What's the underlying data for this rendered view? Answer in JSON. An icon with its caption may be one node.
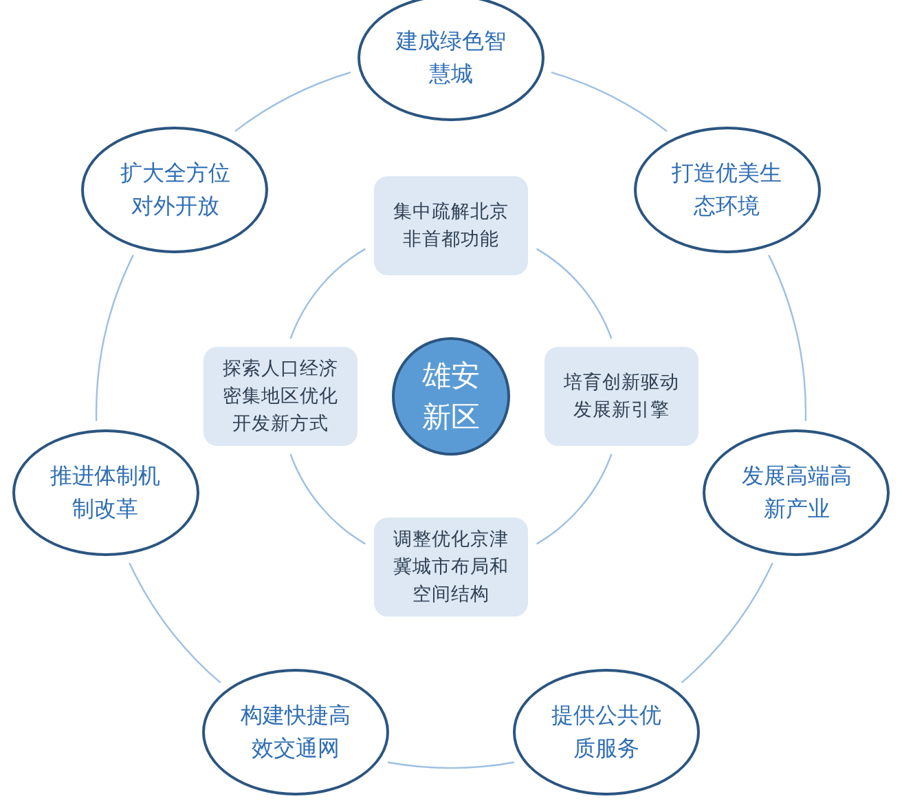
{
  "diagram": {
    "nodes": [
      {
        "text": [
          "建成绿色智慧城"
        ]
      },
      {
        "text": [
          "扩大全方位对外开放"
        ]
      },
      {
        "text": [
          "打造优美生态环境"
        ]
      },
      {
        "text": [
          "集中疏解北京非首都功能"
        ]
      },
      {
        "text": [
          "探索人口经济密集地区优化开发新方式"
        ]
      },
      {
        "text": [
          "雄安新区"
        ]
      },
      {
        "text": [
          "培育创新驱动发展新引擎"
        ]
      },
      {
        "text": [
          "推进体制机制改革"
        ]
      },
      {
        "text": [
          "发展高端高新产业"
        ]
      },
      {
        "text": [
          "调整优化京津冀城市布局和空间结构"
        ]
      },
      {
        "text": [
          "构建快捷高效交通网"
        ]
      },
      {
        "text": [
          "提供公共优质服务"
        ]
      }
    ],
    "edges": [
      {
        "from": 0,
        "to": 2,
        "arrow": "none"
      },
      {
        "from": 2,
        "to": 8,
        "arrow": "none"
      },
      {
        "from": 8,
        "to": 11,
        "arrow": "none"
      },
      {
        "from": 11,
        "to": 10,
        "arrow": "none"
      },
      {
        "from": 10,
        "to": 7,
        "arrow": "none"
      },
      {
        "from": 7,
        "to": 1,
        "arrow": "none"
      },
      {
        "from": 1,
        "to": 0,
        "arrow": "none"
      },
      {
        "from": 3,
        "to": 6,
        "arrow": "none"
      },
      {
        "from": 6,
        "to": 9,
        "arrow": "none"
      },
      {
        "from": 9,
        "to": 4,
        "arrow": "none"
      },
      {
        "from": 4,
        "to": 3,
        "arrow": "none"
      }
    ]
  }
}
